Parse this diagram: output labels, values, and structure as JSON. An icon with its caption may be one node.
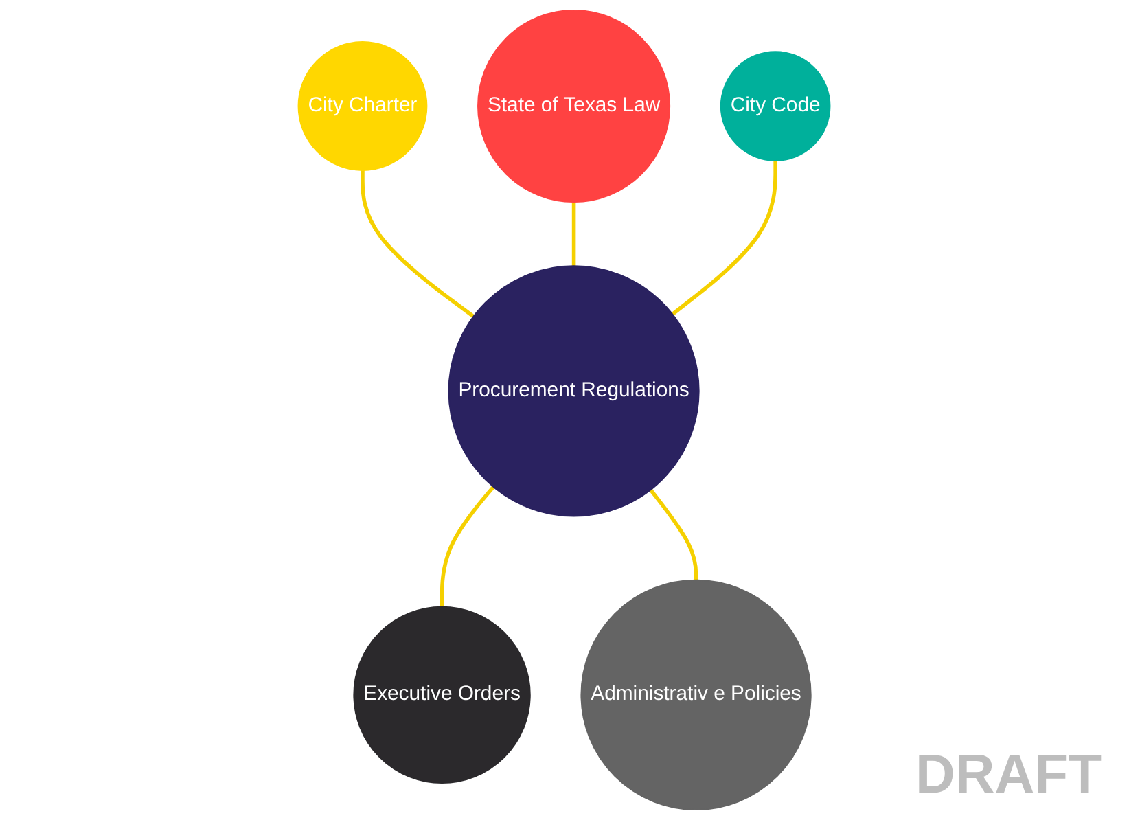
{
  "diagram": {
    "nodes": [
      {
        "text": [
          "City Charter"
        ]
      },
      {
        "text": [
          "State of Texas Law"
        ]
      },
      {
        "text": [
          "City Code"
        ]
      },
      {
        "text": [
          "Procurement Regulations"
        ]
      },
      {
        "text": [
          "Executive Orders"
        ]
      },
      {
        "text": [
          "Administrativ e Policies"
        ]
      }
    ],
    "edges": [
      {
        "from": 0,
        "to": 3,
        "arrow": "none"
      },
      {
        "from": 1,
        "to": 3,
        "arrow": "none"
      },
      {
        "from": 2,
        "to": 3,
        "arrow": "none"
      },
      {
        "from": 3,
        "to": 4,
        "arrow": "none"
      },
      {
        "from": 3,
        "to": 5,
        "arrow": "none"
      }
    ],
    "labels": [
      "DRAFT"
    ]
  }
}
